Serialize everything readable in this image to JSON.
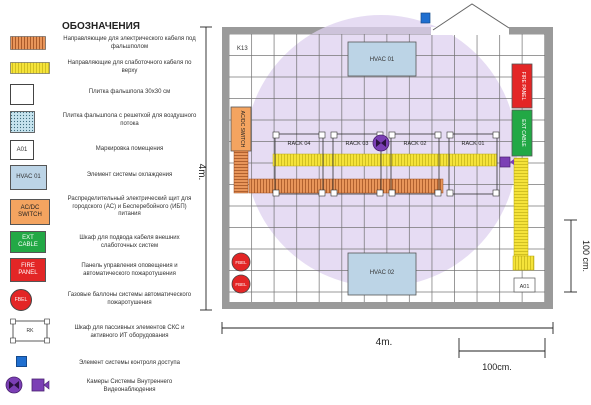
{
  "legend": {
    "title": "ОБОЗНАЧЕНИЯ",
    "items": [
      {
        "text": "Направляющие для электрического кабеля под фальшполом"
      },
      {
        "text": "Направляющие для слаботочного кабеля по верху"
      },
      {
        "text": "Плитка фальшпола 30х30 см"
      },
      {
        "text": "Плитка фальшпола с решеткой для воздушного потока"
      },
      {
        "text": "Маркировка помещения",
        "swatch": "A01"
      },
      {
        "text": "Элемент системы охлаждения",
        "swatch": "HVAC 01"
      },
      {
        "text": "Распределительный электрический щит для городского (АС) и Бесперебойного (ИБП) питания",
        "swatch": "AC/DC SWITCH"
      },
      {
        "text": "Шкаф для подвода кабеля внешних слаботочных систем",
        "swatch": "EXT CABLE"
      },
      {
        "text": "Панель управления оповещения и автоматического пожаротушения",
        "swatch": "FIRE PANEL"
      },
      {
        "text": "Газовые баллоны системы автоматического пожаротушения",
        "swatch": "FBEL"
      },
      {
        "text": "Шкаф для пассивных элементов СКС и активного ИТ оборудования",
        "swatch": "RK"
      },
      {
        "text": "Элемент системы контроля доступа"
      },
      {
        "text": "Камеры Системы Внутреннего Видеонаблюдения"
      }
    ]
  },
  "plan": {
    "room_label": "K13",
    "corner_label": "A01",
    "hvac_top": "HVAC 01",
    "hvac_bottom": "HVAC 02",
    "acdc": "AC/DC SWITCH",
    "fire_panel": "FIRE PANEL",
    "ext_cable": "EXT CABLE",
    "fbel_1": "FBEL",
    "fbel_2": "FBEL",
    "racks": [
      {
        "label": "RACK 04"
      },
      {
        "label": "RACK 03"
      },
      {
        "label": "RACK 02"
      },
      {
        "label": "RACK 01"
      }
    ]
  },
  "dimensions": {
    "height_left": "4m.",
    "width_bottom": "4m.",
    "tile_vertical": "100 cm.",
    "tile_horizontal": "100cm."
  },
  "colors": {
    "acdc": "#f4a460",
    "fire": "#e32626",
    "ext": "#22a845",
    "hvac": "#bcd4e6",
    "cable_yellow": "#f5e33a",
    "cable_orange": "#e8955a",
    "camera": "#7b3fb5",
    "access": "#1f6fd0",
    "radar": "#ddd0ef",
    "wall": "#9a9a9a"
  }
}
